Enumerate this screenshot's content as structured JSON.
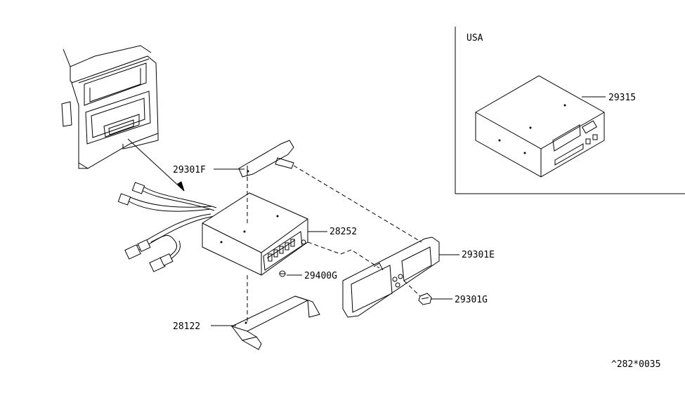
{
  "inset": {
    "region_label": "USA",
    "part_number": "29315"
  },
  "callouts": {
    "bracket_upper": "29301F",
    "radio_unit": "28252",
    "face_plate": "29301E",
    "screw": "29400G",
    "bracket_lower": "28122",
    "clip": "29301G"
  },
  "diagram_code": "^282*0035"
}
